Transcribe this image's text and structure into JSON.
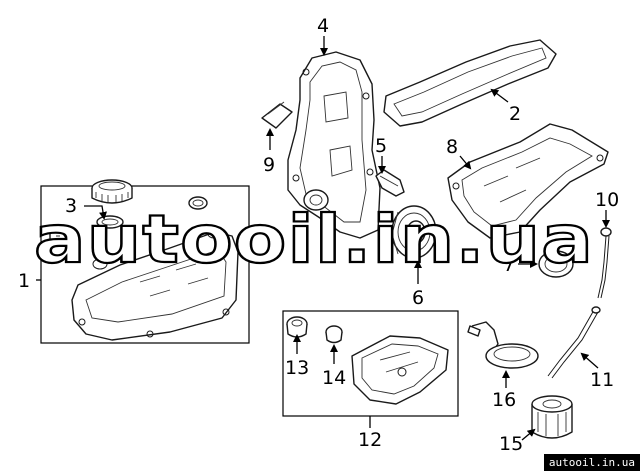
{
  "callouts": {
    "c1": "1",
    "c2": "2",
    "c3": "3",
    "c4": "4",
    "c5": "5",
    "c6": "6",
    "c7": "7",
    "c8": "8",
    "c9": "9",
    "c10": "10",
    "c11": "11",
    "c12": "12",
    "c13": "13",
    "c14": "14",
    "c15": "15",
    "c16": "16"
  },
  "watermark": "autooil.in.ua",
  "site_badge": "autooil.in.ua",
  "colors": {
    "ink": "#000000",
    "background": "#ffffff"
  }
}
